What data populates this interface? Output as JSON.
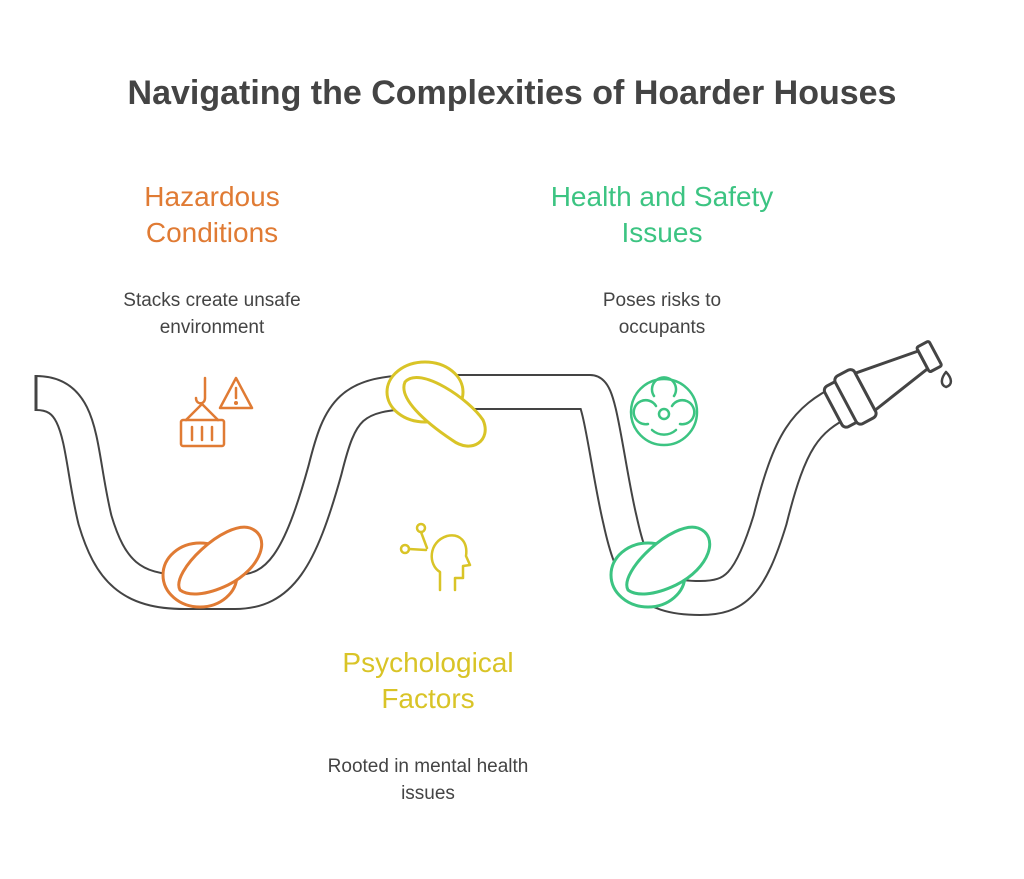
{
  "title": "Navigating the Complexities of Hoarder Houses",
  "colors": {
    "hazard": "#e07b34",
    "health": "#3cc482",
    "psych": "#d9c427",
    "hose": "#444444",
    "text": "#444444"
  },
  "sections": {
    "hazard": {
      "heading": "Hazardous\nConditions",
      "description": "Stacks create unsafe\nenvironment",
      "icon": "crane-hazard-icon"
    },
    "health": {
      "heading": "Health and Safety\nIssues",
      "description": "Poses risks to\noccupants",
      "icon": "biohazard-icon"
    },
    "psych": {
      "heading": "Psychological\nFactors",
      "description": "Rooted in mental health\nissues",
      "icon": "mind-head-icon"
    }
  }
}
